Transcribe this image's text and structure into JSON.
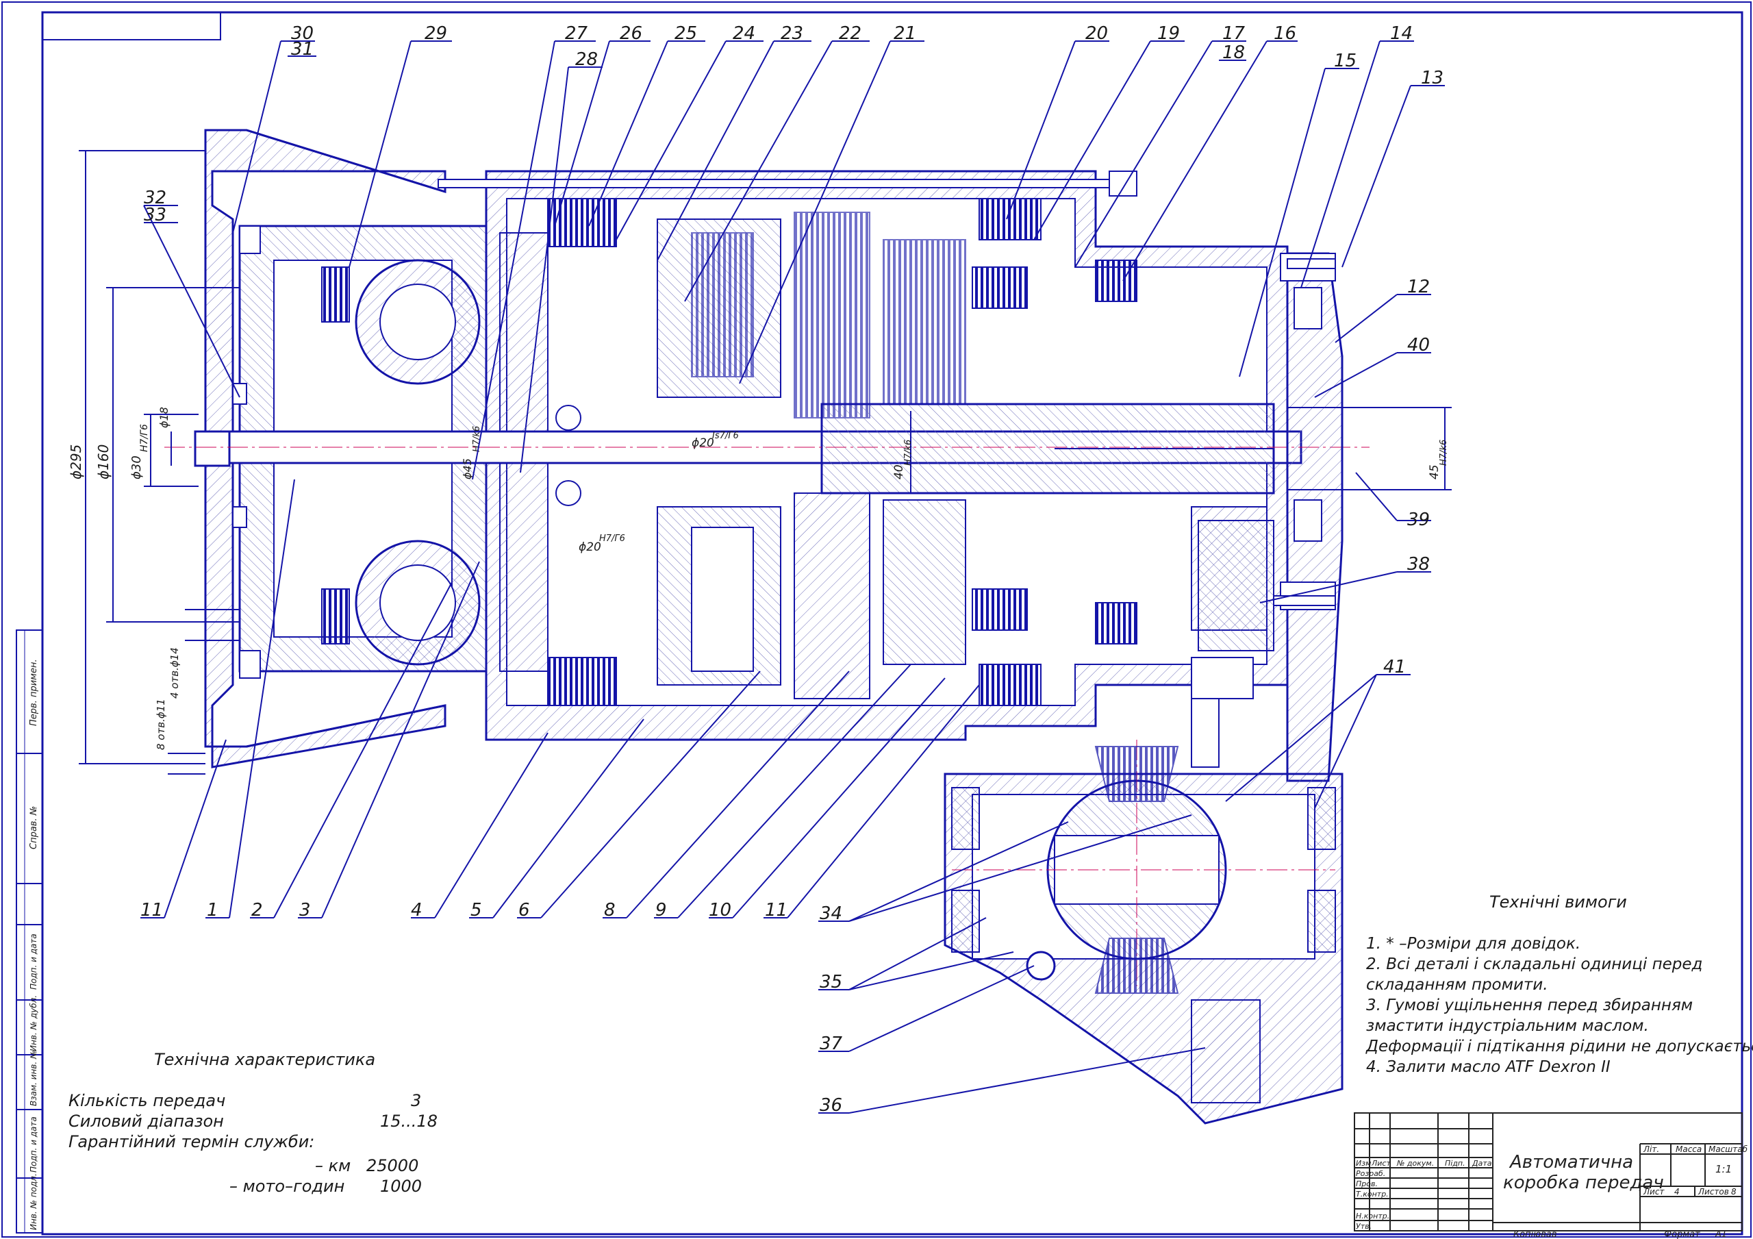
{
  "callouts": [
    {
      "n": "30"
    },
    {
      "n": "31"
    },
    {
      "n": "29"
    },
    {
      "n": "27"
    },
    {
      "n": "26"
    },
    {
      "n": "25"
    },
    {
      "n": "24"
    },
    {
      "n": "23"
    },
    {
      "n": "22"
    },
    {
      "n": "21"
    },
    {
      "n": "28"
    },
    {
      "n": "20"
    },
    {
      "n": "19"
    },
    {
      "n": "17"
    },
    {
      "n": "18"
    },
    {
      "n": "16"
    },
    {
      "n": "15"
    },
    {
      "n": "14"
    },
    {
      "n": "13"
    },
    {
      "n": "12"
    },
    {
      "n": "40"
    },
    {
      "n": "39"
    },
    {
      "n": "38"
    },
    {
      "n": "41"
    },
    {
      "n": "32"
    },
    {
      "n": "33"
    },
    {
      "n": "11"
    },
    {
      "n": "1"
    },
    {
      "n": "2"
    },
    {
      "n": "3"
    },
    {
      "n": "4"
    },
    {
      "n": "5"
    },
    {
      "n": "6"
    },
    {
      "n": "8"
    },
    {
      "n": "9"
    },
    {
      "n": "10"
    },
    {
      "n": "11"
    },
    {
      "n": "34"
    },
    {
      "n": "35"
    },
    {
      "n": "37"
    },
    {
      "n": "36"
    }
  ],
  "dimensions": {
    "d295": "ϕ295",
    "d160": "ϕ160",
    "d30": "ϕ30",
    "d30fit": "H7/Г6",
    "d18": "ϕ18",
    "d45": "ϕ45",
    "d45fit": "H7/k6",
    "d20a": "ϕ20",
    "d20afit": "Is7/Г6",
    "d20b": "ϕ20",
    "d20bfit": "H7/Г6",
    "d40": "40",
    "d40fit": "H7/k6",
    "d45r": "45",
    "d45rfit": "H7/k6",
    "holes14": "4 отв.ϕ14",
    "holes11": "8 отв.ϕ11"
  },
  "requirements": {
    "title": "Технічні вимоги",
    "lines": [
      "1. * –Розміри для довідок.",
      "2.     Всі деталі і складальні одиниці перед",
      "складанням промити.",
      "3.     Гумові ущільнення перед збиранням",
      "змастити індустріальним маслом.",
      "  Деформації і підтікання рідини  не допускається.",
      "4.   Залити масло ATF Dexron II"
    ]
  },
  "characteristics": {
    "title": "Технічна характеристика",
    "rows": [
      {
        "label": "Кількість передач",
        "value": "3"
      },
      {
        "label": "Силовий діапазон",
        "value": "15...18"
      },
      {
        "label": "Гарантійний термін служби:",
        "value": ""
      },
      {
        "label": "– км",
        "value": "25000"
      },
      {
        "label": "–  мото–годин",
        "value": "1000"
      }
    ]
  },
  "title_block": {
    "name_line1": "Автоматична",
    "name_line2": "коробка передач",
    "lit": "Літ.",
    "mass": "Масса",
    "scale": "Масштаб",
    "scale_value": "1:1",
    "sheet": "Лист",
    "sheet_no": "4",
    "sheets": "Листов",
    "sheets_no": "8",
    "izm": "Изм",
    "list": "Лист",
    "doc": "№ докум.",
    "sign": "Підп.",
    "date": "Дата",
    "razrab": "Розраб.",
    "prov": "Пров.",
    "tkontr": "Т.контр.",
    "nkontr": "Н.контр.",
    "utv": "Утв.",
    "copied": "Копіював",
    "format": "Формат",
    "format_value": "А1"
  },
  "side_stamps": {
    "perv": "Перв. примен.",
    "sprav": "Справ. №",
    "podp1": "Подп. и дата",
    "inv_dubl": "Инв. № дубл.",
    "vzam": "Взам. инв. №",
    "podp2": "Подп. и дата",
    "inv_podl": "Инв. № подл."
  }
}
